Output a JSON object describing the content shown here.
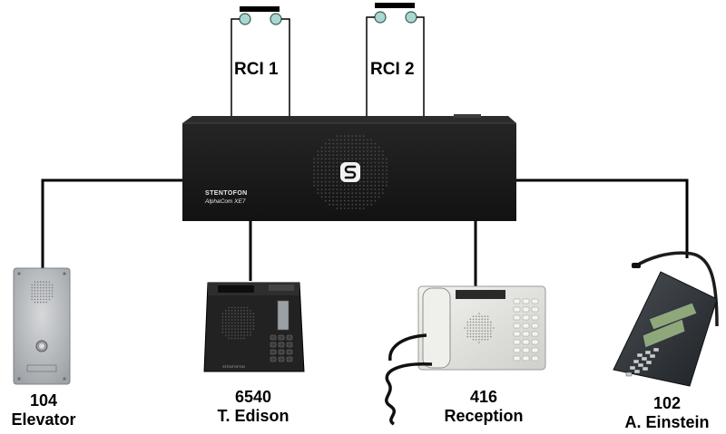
{
  "diagram": {
    "inputs": [
      {
        "label": "RCI 1"
      },
      {
        "label": "RCI 2"
      }
    ],
    "central_unit": {
      "brand": "STENTOFON",
      "model": "AlphaCom XE7",
      "logo_icon": "stentofon-logo-icon"
    },
    "terminals": [
      {
        "number": "104",
        "name": "Elevator",
        "device": "elevator-intercom-panel-icon"
      },
      {
        "number": "6540",
        "name": "T. Edison",
        "device": "desk-intercom-station-icon"
      },
      {
        "number": "416",
        "name": "Reception",
        "device": "handset-desk-station-icon"
      },
      {
        "number": "102",
        "name": "A. Einstein",
        "device": "gooseneck-microphone-console-icon"
      }
    ],
    "colors": {
      "wire": "#000000",
      "unit_body": "#1c1c1c",
      "unit_top": "#2a2a2a",
      "button_circle": "#a8d8d0",
      "panel_steel": "#b9bcbf",
      "console_dark": "#2b2f33",
      "station_white": "#e8e8e4",
      "lcd_green": "#8fa87a"
    }
  }
}
